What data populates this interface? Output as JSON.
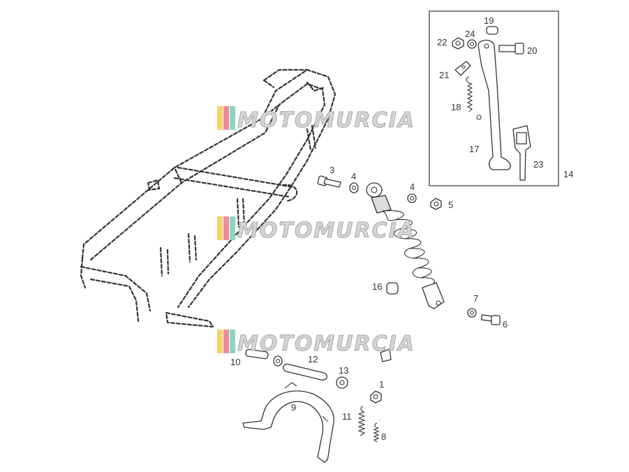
{
  "watermark": {
    "text": "MOTOMURCIA",
    "colors": [
      "#f2d36b",
      "#e88f9a",
      "#8fd3c2"
    ]
  },
  "labels": {
    "n1": "1",
    "n3": "3",
    "n4a": "4",
    "n4b": "4",
    "n5": "5",
    "n6": "6",
    "n7": "7",
    "n8": "8",
    "n9": "9",
    "n10": "10",
    "n11": "11",
    "n12": "12",
    "n13": "13",
    "n14": "14",
    "n16": "16",
    "n17": "17",
    "n18": "18",
    "n19": "19",
    "n20": "20",
    "n21": "21",
    "n22": "22",
    "n23": "23",
    "n24": "24"
  }
}
